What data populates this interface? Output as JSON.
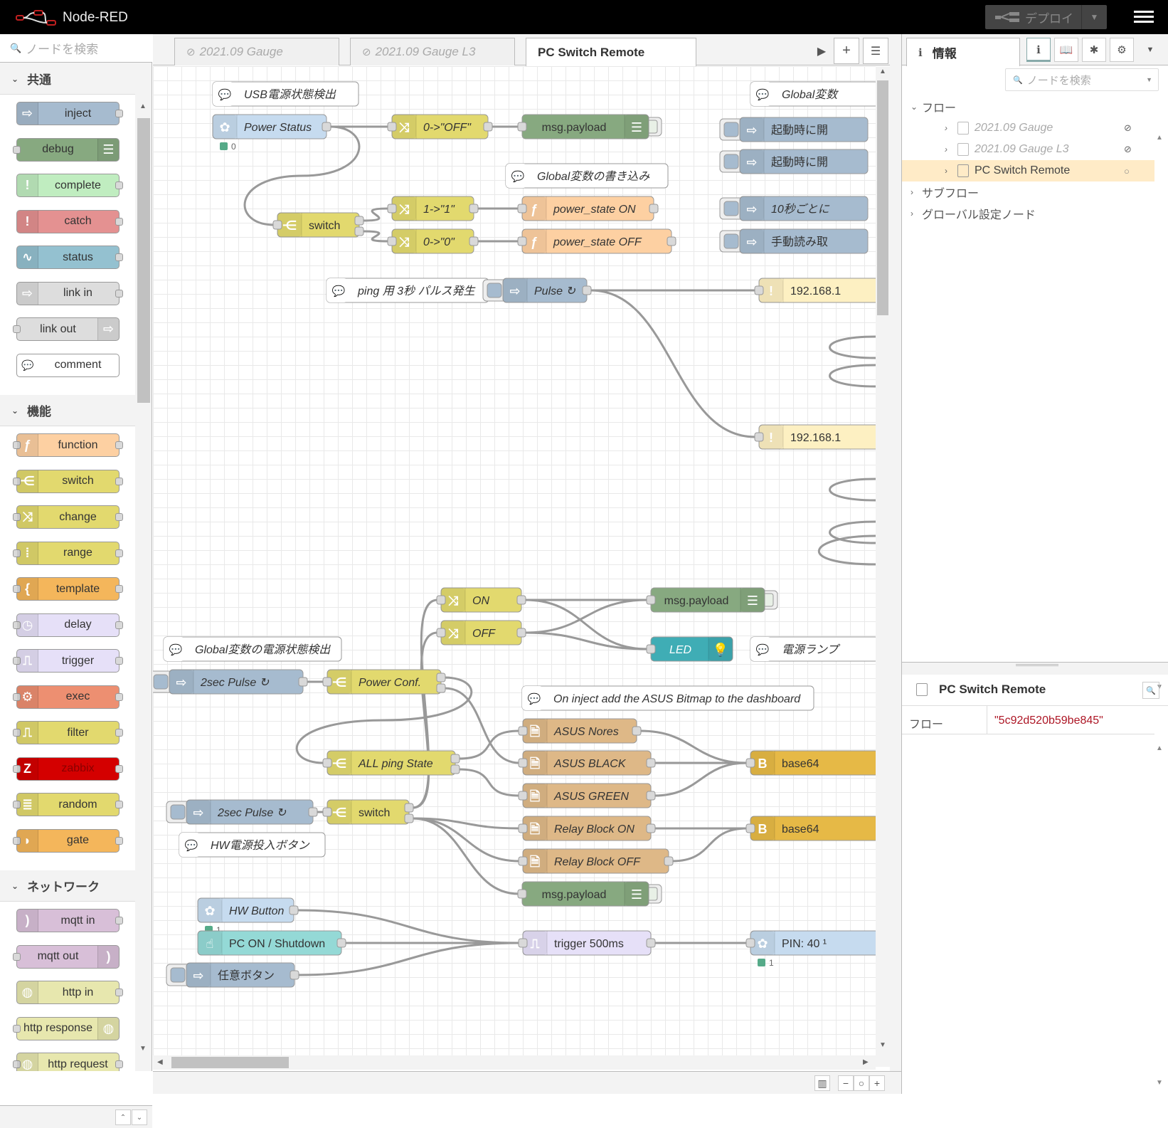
{
  "header": {
    "title": "Node-RED",
    "deploy_label": "デプロイ"
  },
  "palette": {
    "search_placeholder": "ノードを検索",
    "categories": [
      {
        "name": "共通",
        "nodes": [
          {
            "label": "inject",
            "color": "#a6bbcf",
            "icon": "arrow-in-icon",
            "glyph": "⇨",
            "in": false,
            "out": true,
            "align": "left"
          },
          {
            "label": "debug",
            "color": "#87a980",
            "icon": "list-icon",
            "glyph": "☰",
            "in": true,
            "out": false,
            "align": "right"
          },
          {
            "label": "complete",
            "color": "#c0edc0",
            "icon": "alert-icon",
            "glyph": "!",
            "in": false,
            "out": true,
            "align": "left"
          },
          {
            "label": "catch",
            "color": "#e49191",
            "icon": "alert-icon",
            "glyph": "!",
            "in": false,
            "out": true,
            "align": "left"
          },
          {
            "label": "status",
            "color": "#94c1d0",
            "icon": "pulse-icon",
            "glyph": "∿",
            "in": false,
            "out": true,
            "align": "left"
          },
          {
            "label": "link in",
            "color": "#dddddd",
            "icon": "link-in-icon",
            "glyph": "⇨",
            "in": false,
            "out": true,
            "align": "left"
          },
          {
            "label": "link out",
            "color": "#dddddd",
            "icon": "link-out-icon",
            "glyph": "⇨",
            "in": true,
            "out": false,
            "align": "right"
          },
          {
            "label": "comment",
            "color": "#ffffff",
            "icon": "comment-icon",
            "glyph": "💬",
            "in": false,
            "out": false,
            "align": "left"
          }
        ]
      },
      {
        "name": "機能",
        "nodes": [
          {
            "label": "function",
            "color": "#fdd0a2",
            "icon": "function-icon",
            "glyph": "ƒ",
            "in": true,
            "out": true,
            "align": "left"
          },
          {
            "label": "switch",
            "color": "#e2d96e",
            "icon": "switch-icon",
            "glyph": "⋲",
            "in": true,
            "out": true,
            "align": "left"
          },
          {
            "label": "change",
            "color": "#e2d96e",
            "icon": "shuffle-icon",
            "glyph": "⤨",
            "in": true,
            "out": true,
            "align": "left"
          },
          {
            "label": "range",
            "color": "#e2d96e",
            "icon": "range-icon",
            "glyph": "⁞",
            "in": true,
            "out": true,
            "align": "left"
          },
          {
            "label": "template",
            "color": "#f4b65b",
            "icon": "template-icon",
            "glyph": "{",
            "in": true,
            "out": true,
            "align": "left"
          },
          {
            "label": "delay",
            "color": "#e6e0f8",
            "icon": "timer-icon",
            "glyph": "◷",
            "in": true,
            "out": true,
            "align": "left"
          },
          {
            "label": "trigger",
            "color": "#e6e0f8",
            "icon": "trigger-icon",
            "glyph": "⎍",
            "in": true,
            "out": true,
            "align": "left"
          },
          {
            "label": "exec",
            "color": "#ed8f71",
            "icon": "gear-icon",
            "glyph": "⚙",
            "in": true,
            "out": true,
            "align": "left"
          },
          {
            "label": "filter",
            "color": "#e2d96e",
            "icon": "filter-icon",
            "glyph": "⎍",
            "in": true,
            "out": true,
            "align": "left"
          },
          {
            "label": "zabbix",
            "color": "#d40000",
            "icon": "z-icon",
            "glyph": "Z",
            "in": true,
            "out": true,
            "align": "left"
          },
          {
            "label": "random",
            "color": "#e2d96e",
            "icon": "random-icon",
            "glyph": "≣",
            "in": true,
            "out": true,
            "align": "left"
          },
          {
            "label": "gate",
            "color": "#f4b65b",
            "icon": "gate-icon",
            "glyph": "◗",
            "in": true,
            "out": true,
            "align": "left"
          }
        ]
      },
      {
        "name": "ネットワーク",
        "nodes": [
          {
            "label": "mqtt in",
            "color": "#d8bfd8",
            "icon": "bridge-icon",
            "glyph": ")",
            "in": false,
            "out": true,
            "align": "left"
          },
          {
            "label": "mqtt out",
            "color": "#d8bfd8",
            "icon": "bridge-icon",
            "glyph": ")",
            "in": true,
            "out": false,
            "align": "right"
          },
          {
            "label": "http in",
            "color": "#e7e7ae",
            "icon": "globe-icon",
            "glyph": "◍",
            "in": false,
            "out": true,
            "align": "left"
          },
          {
            "label": "http response",
            "color": "#e7e7ae",
            "icon": "globe-icon",
            "glyph": "◍",
            "in": true,
            "out": false,
            "align": "right"
          },
          {
            "label": "http request",
            "color": "#e7e7ae",
            "icon": "globe-icon",
            "glyph": "◍",
            "in": true,
            "out": true,
            "align": "left"
          }
        ]
      }
    ]
  },
  "tabs": [
    {
      "label": "2021.09 Gauge",
      "disabled": true
    },
    {
      "label": "2021.09 Gauge L3",
      "disabled": true
    },
    {
      "label": "PC Switch Remote",
      "disabled": false,
      "active": true
    }
  ],
  "flow": {
    "comments": [
      {
        "id": "c1",
        "label": "USB電源状態検出"
      },
      {
        "id": "c2",
        "label": "Global変数"
      },
      {
        "id": "c3",
        "label": "Global変数の書き込み"
      },
      {
        "id": "c4",
        "label": "ping 用 3秒 パルス発生"
      },
      {
        "id": "c5",
        "label": "Global変数の電源状態検出"
      },
      {
        "id": "c6",
        "label": "電源ランプ"
      },
      {
        "id": "c7",
        "label": "On inject add the ASUS Bitmap to the dashboard"
      },
      {
        "id": "c8",
        "label": "HW電源投入ボタン"
      }
    ],
    "nodes": [
      {
        "id": "n1",
        "label": "Power Status",
        "italic": true,
        "type": "rpi-gpio-in",
        "color": "#c6dbef",
        "icon": "raspberry-icon",
        "status": "0"
      },
      {
        "id": "n2",
        "label": "0->\"OFF\"",
        "italic": true,
        "type": "change",
        "color": "#e2d96e",
        "icon": "shuffle-icon"
      },
      {
        "id": "n3",
        "label": "msg.payload",
        "italic": false,
        "type": "debug",
        "color": "#87a980",
        "icon": "list-icon"
      },
      {
        "id": "n4",
        "label": "起動時に開",
        "italic": false,
        "type": "inject",
        "color": "#a6bbcf",
        "icon": "arrow-in-icon"
      },
      {
        "id": "n5",
        "label": "起動時に開",
        "italic": false,
        "type": "inject",
        "color": "#a6bbcf",
        "icon": "arrow-in-icon"
      },
      {
        "id": "n6",
        "label": "switch",
        "italic": false,
        "type": "switch",
        "color": "#e2d96e",
        "icon": "switch-icon"
      },
      {
        "id": "n7",
        "label": "1->\"1\"",
        "italic": true,
        "type": "change",
        "color": "#e2d96e",
        "icon": "shuffle-icon"
      },
      {
        "id": "n8",
        "label": "0->\"0\"",
        "italic": true,
        "type": "change",
        "color": "#e2d96e",
        "icon": "shuffle-icon"
      },
      {
        "id": "n9",
        "label": "power_state ON",
        "italic": true,
        "type": "function",
        "color": "#fdd0a2",
        "icon": "function-icon"
      },
      {
        "id": "n10",
        "label": "power_state OFF",
        "italic": true,
        "type": "function",
        "color": "#fdd0a2",
        "icon": "function-icon"
      },
      {
        "id": "n11",
        "label": "10秒ごとに",
        "italic": true,
        "type": "inject",
        "color": "#a6bbcf",
        "icon": "arrow-in-icon"
      },
      {
        "id": "n12",
        "label": "手動読み取",
        "italic": false,
        "type": "inject",
        "color": "#a6bbcf",
        "icon": "arrow-in-icon"
      },
      {
        "id": "n13",
        "label": "Pulse ↻",
        "italic": true,
        "type": "inject",
        "color": "#a6bbcf",
        "icon": "arrow-in-icon"
      },
      {
        "id": "n14",
        "label": "192.168.1",
        "italic": false,
        "type": "ping",
        "color": "#fdf0c2",
        "icon": "alert-icon"
      },
      {
        "id": "n15",
        "label": "192.168.1",
        "italic": false,
        "type": "ping",
        "color": "#fdf0c2",
        "icon": "alert-icon"
      },
      {
        "id": "n16",
        "label": "ON",
        "italic": true,
        "type": "change",
        "color": "#e2d96e",
        "icon": "shuffle-icon"
      },
      {
        "id": "n17",
        "label": "OFF",
        "italic": true,
        "type": "change",
        "color": "#e2d96e",
        "icon": "shuffle-icon"
      },
      {
        "id": "n18",
        "label": "msg.payload",
        "italic": false,
        "type": "debug",
        "color": "#87a980",
        "icon": "list-icon"
      },
      {
        "id": "n19",
        "label": "LED",
        "italic": true,
        "type": "ui-led",
        "color": "#3fadb5",
        "icon": "light-icon"
      },
      {
        "id": "n20",
        "label": "2sec Pulse ↻",
        "italic": true,
        "type": "inject",
        "color": "#a6bbcf",
        "icon": "arrow-in-icon"
      },
      {
        "id": "n21",
        "label": "Power Conf.",
        "italic": true,
        "type": "switch",
        "color": "#e2d96e",
        "icon": "switch-icon"
      },
      {
        "id": "n22",
        "label": "ALL ping State",
        "italic": true,
        "type": "switch",
        "color": "#e2d96e",
        "icon": "switch-icon"
      },
      {
        "id": "n23",
        "label": "ASUS Nores",
        "italic": true,
        "type": "file-in",
        "color": "#deb887",
        "icon": "file-icon"
      },
      {
        "id": "n24",
        "label": "ASUS BLACK",
        "italic": true,
        "type": "file-in",
        "color": "#deb887",
        "icon": "file-icon"
      },
      {
        "id": "n25",
        "label": "ASUS GREEN",
        "italic": true,
        "type": "file-in",
        "color": "#deb887",
        "icon": "file-icon"
      },
      {
        "id": "n26",
        "label": "base64",
        "italic": false,
        "type": "base64",
        "color": "#e6b946",
        "icon": "b64-icon"
      },
      {
        "id": "n27",
        "label": "2sec Pulse ↻",
        "italic": true,
        "type": "inject",
        "color": "#a6bbcf",
        "icon": "arrow-in-icon"
      },
      {
        "id": "n28",
        "label": "switch",
        "italic": false,
        "type": "switch",
        "color": "#e2d96e",
        "icon": "switch-icon"
      },
      {
        "id": "n29",
        "label": "Relay Block ON",
        "italic": true,
        "type": "file-in",
        "color": "#deb887",
        "icon": "file-icon"
      },
      {
        "id": "n30",
        "label": "Relay Block OFF",
        "italic": true,
        "type": "file-in",
        "color": "#deb887",
        "icon": "file-icon"
      },
      {
        "id": "n31",
        "label": "base64",
        "italic": false,
        "type": "base64",
        "color": "#e6b946",
        "icon": "b64-icon"
      },
      {
        "id": "n32",
        "label": "msg.payload",
        "italic": false,
        "type": "debug",
        "color": "#87a980",
        "icon": "list-icon"
      },
      {
        "id": "n33",
        "label": "HW Button",
        "italic": true,
        "type": "rpi-gpio-in",
        "color": "#c6dbef",
        "icon": "raspberry-icon",
        "status": "1"
      },
      {
        "id": "n34",
        "label": "PC ON / Shutdown",
        "italic": false,
        "type": "ui-button",
        "color": "#94d9d6",
        "icon": "hand-icon"
      },
      {
        "id": "n35",
        "label": "任意ボタン",
        "italic": false,
        "type": "inject",
        "color": "#a6bbcf",
        "icon": "arrow-in-icon"
      },
      {
        "id": "n36",
        "label": "trigger 500ms",
        "italic": false,
        "type": "trigger",
        "color": "#e6e0f8",
        "icon": "trigger-icon"
      },
      {
        "id": "n37",
        "label": "PIN: 40 ¹",
        "italic": false,
        "type": "rpi-gpio-out",
        "color": "#c6dbef",
        "icon": "raspberry-icon",
        "status": "1"
      }
    ]
  },
  "sidebar": {
    "tab_label": "情報",
    "search_placeholder": "ノードを検索",
    "tree": {
      "flows_label": "フロー",
      "flows": [
        {
          "label": "2021.09 Gauge",
          "disabled": true
        },
        {
          "label": "2021.09 Gauge L3",
          "disabled": true
        },
        {
          "label": "PC Switch Remote",
          "disabled": false,
          "selected": true
        }
      ],
      "subflows_label": "サブフロー",
      "globals_label": "グローバル設定ノード"
    },
    "details": {
      "title": "PC Switch Remote",
      "prop_key": "フロー",
      "prop_value": "\"5c92d520b59be845\""
    }
  }
}
